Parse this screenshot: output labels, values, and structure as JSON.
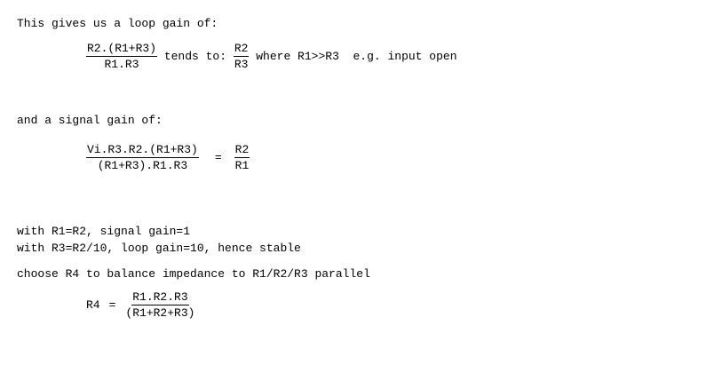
{
  "intro_loop": "This gives us a loop gain of:",
  "loop_eq": {
    "num": "R2.(R1+R3)",
    "den": "R1.R3",
    "tends_text": " tends to: ",
    "limit_num": "R2",
    "limit_den": "R3",
    "condition_text": " where R1>>R3  e.g. input open"
  },
  "intro_signal": "and a signal gain of:",
  "signal_eq": {
    "num": "Vi.R3.R2.(R1+R3)",
    "den": "(R1+R3).R1.R3",
    "equals": "=",
    "result_num": "R2",
    "result_den": "R1"
  },
  "notes": [
    "with R1=R2, signal gain=1",
    "with R3=R2/10, loop gain=10, hence stable"
  ],
  "choose_text": "choose R4 to balance impedance to R1/R2/R3 parallel",
  "r4_eq": {
    "lhs": "R4",
    "equals": "=",
    "num": "R1.R2.R3",
    "den": "(R1+R2+R3)"
  }
}
